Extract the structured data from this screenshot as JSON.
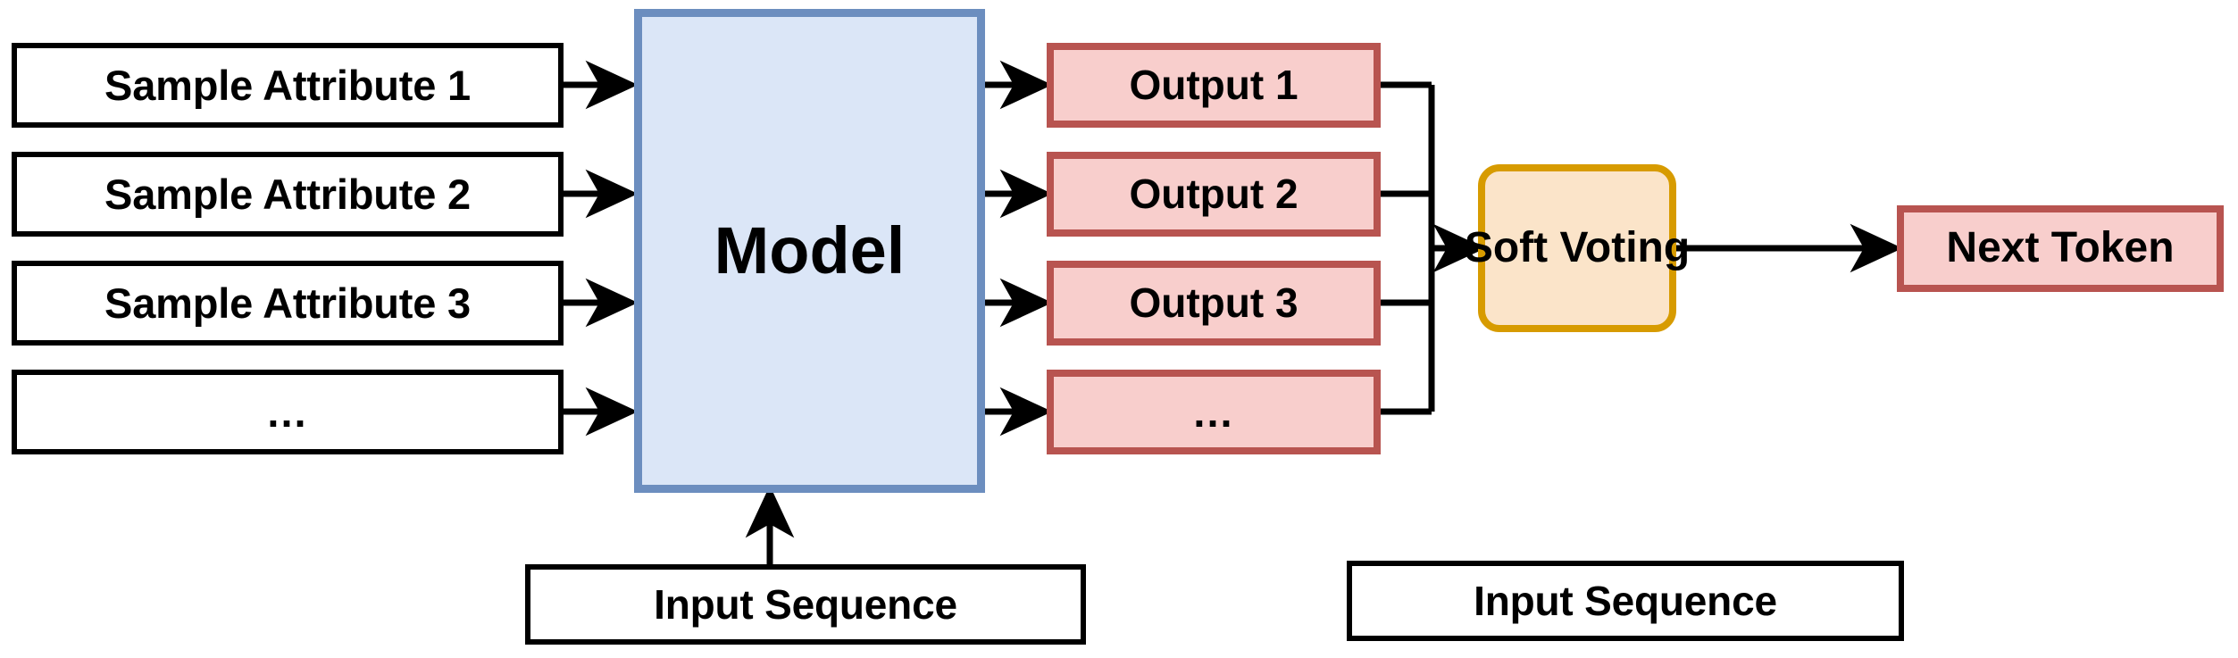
{
  "diagram": {
    "title": "Sample-attribute ensemble decoding with soft voting",
    "colors": {
      "model_fill": "#dbe6f7",
      "model_stroke": "#6c8ebf",
      "output_fill": "#f8cecc",
      "output_stroke": "#b85450",
      "vote_fill": "#fbe4c9",
      "vote_stroke": "#d79b00",
      "plain_fill": "#ffffff",
      "plain_stroke": "#000000",
      "edge": "#000000"
    },
    "attributes": [
      {
        "label": "Sample Attribute 1"
      },
      {
        "label": "Sample Attribute 2"
      },
      {
        "label": "Sample Attribute 3"
      },
      {
        "label": "..."
      }
    ],
    "model": {
      "label": "Model"
    },
    "outputs": [
      {
        "label": "Output 1"
      },
      {
        "label": "Output 2"
      },
      {
        "label": "Output 3"
      },
      {
        "label": "..."
      }
    ],
    "aggregator": {
      "label": "Soft Voting"
    },
    "result": {
      "label": "Next Token"
    },
    "input_sequence_left": {
      "label": "Input Sequence"
    },
    "input_sequence_right": {
      "label": "Input Sequence"
    }
  }
}
